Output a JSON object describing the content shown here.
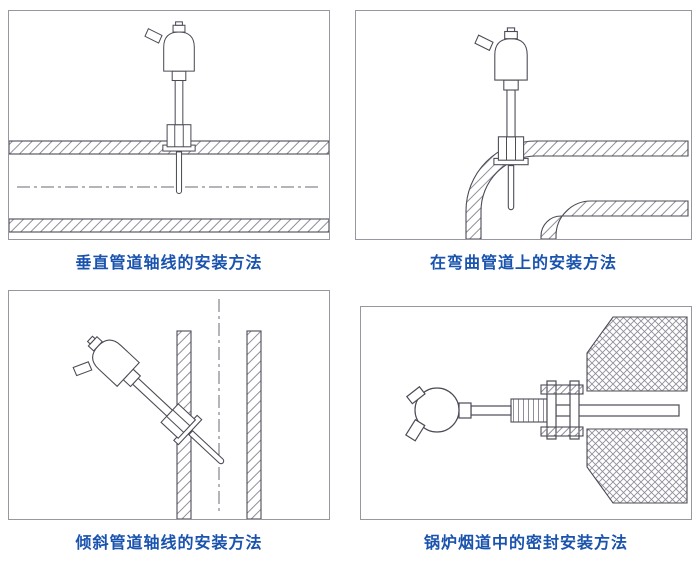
{
  "page": {
    "background": "#ffffff"
  },
  "colors": {
    "caption": "#1a53ae",
    "line": "#4b4b56",
    "hatch": "#8f8f9a",
    "panel_border": "#97979f"
  },
  "panels": [
    {
      "id": "vertical-pipe",
      "caption": "垂直管道轴线的安装方法",
      "diagram": "thermocouple-vertical-installation-diagram"
    },
    {
      "id": "curved-pipe",
      "caption": "在弯曲管道上的安装方法",
      "diagram": "thermocouple-elbow-installation-diagram"
    },
    {
      "id": "inclined-pipe",
      "caption": "倾斜管道轴线的安装方法",
      "diagram": "thermocouple-inclined-installation-diagram"
    },
    {
      "id": "boiler-flue",
      "caption": "锅炉烟道中的密封安装方法",
      "diagram": "thermocouple-boiler-flue-sealed-installation-diagram"
    }
  ]
}
